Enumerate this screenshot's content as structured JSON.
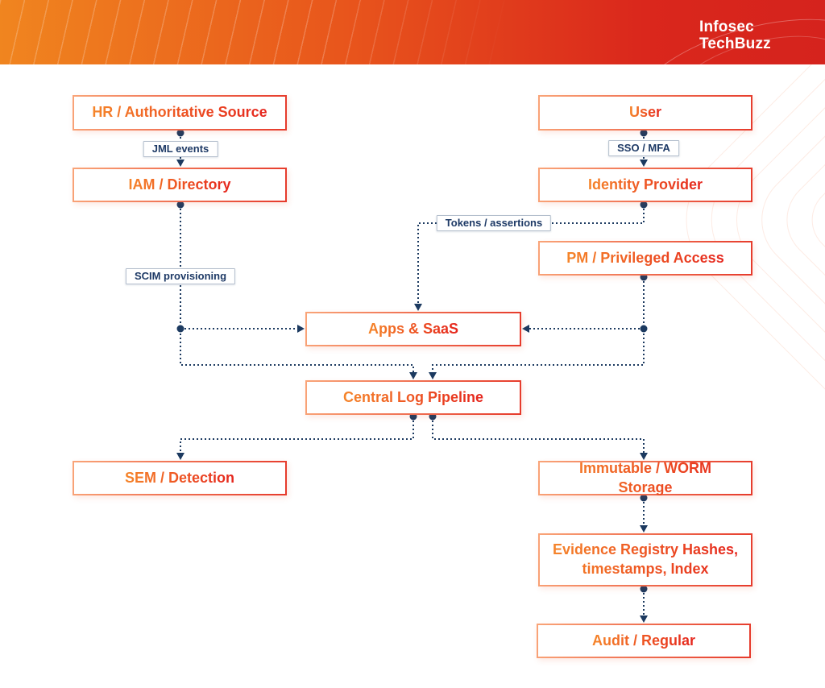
{
  "brand": {
    "line1": "Infosec",
    "line2": "TechBuzz"
  },
  "nodes": [
    {
      "id": "hr",
      "label": "HR / Authoritative Source"
    },
    {
      "id": "iam",
      "label": "IAM / Directory"
    },
    {
      "id": "user",
      "label": "User"
    },
    {
      "id": "idp",
      "label": "Identity Provider"
    },
    {
      "id": "pm",
      "label": "PM / Privileged Access"
    },
    {
      "id": "apps",
      "label": "Apps & SaaS"
    },
    {
      "id": "log",
      "label": "Central Log Pipeline"
    },
    {
      "id": "sem",
      "label": "SEM / Detection"
    },
    {
      "id": "worm",
      "label": "Immutable / WORM Storage"
    },
    {
      "id": "evidence",
      "label": "Evidence Registry Hashes, timestamps, Index"
    },
    {
      "id": "audit",
      "label": "Audit / Regular"
    }
  ],
  "edge_labels": {
    "jml": "JML events",
    "sso": "SSO / MFA",
    "tokens": "Tokens / assertions",
    "scim": "SCIM provisioning"
  },
  "edges": [
    {
      "from": "HR / Authoritative Source",
      "to": "IAM / Directory",
      "label": "JML events"
    },
    {
      "from": "User",
      "to": "Identity Provider",
      "label": "SSO / MFA"
    },
    {
      "from": "Identity Provider",
      "to": "Apps & SaaS",
      "label": "Tokens / assertions"
    },
    {
      "from": "IAM / Directory",
      "to": "Apps & SaaS",
      "label": "SCIM provisioning"
    },
    {
      "from": "PM / Privileged Access",
      "to": "Apps & SaaS",
      "label": ""
    },
    {
      "from": "IAM / Directory",
      "to": "Central Log Pipeline",
      "label": ""
    },
    {
      "from": "PM / Privileged Access",
      "to": "Central Log Pipeline",
      "label": ""
    },
    {
      "from": "Central Log Pipeline",
      "to": "SEM / Detection",
      "label": ""
    },
    {
      "from": "Central Log Pipeline",
      "to": "Immutable / WORM Storage",
      "label": ""
    },
    {
      "from": "Immutable / WORM Storage",
      "to": "Evidence Registry Hashes, timestamps, Index",
      "label": ""
    },
    {
      "from": "Evidence Registry Hashes, timestamps, Index",
      "to": "Audit / Regular",
      "label": ""
    }
  ],
  "colors": {
    "banner_gradient_left": "#f0851f",
    "banner_gradient_right": "#d5231d",
    "node_border_start": "#f9a478",
    "node_border_end": "#e63a2b",
    "node_text_start": "#f5852a",
    "node_text_end": "#e5251d",
    "connector": "#1c3a60",
    "edge_label_text": "#1e3a66",
    "edge_label_border": "#b4bfcd"
  }
}
